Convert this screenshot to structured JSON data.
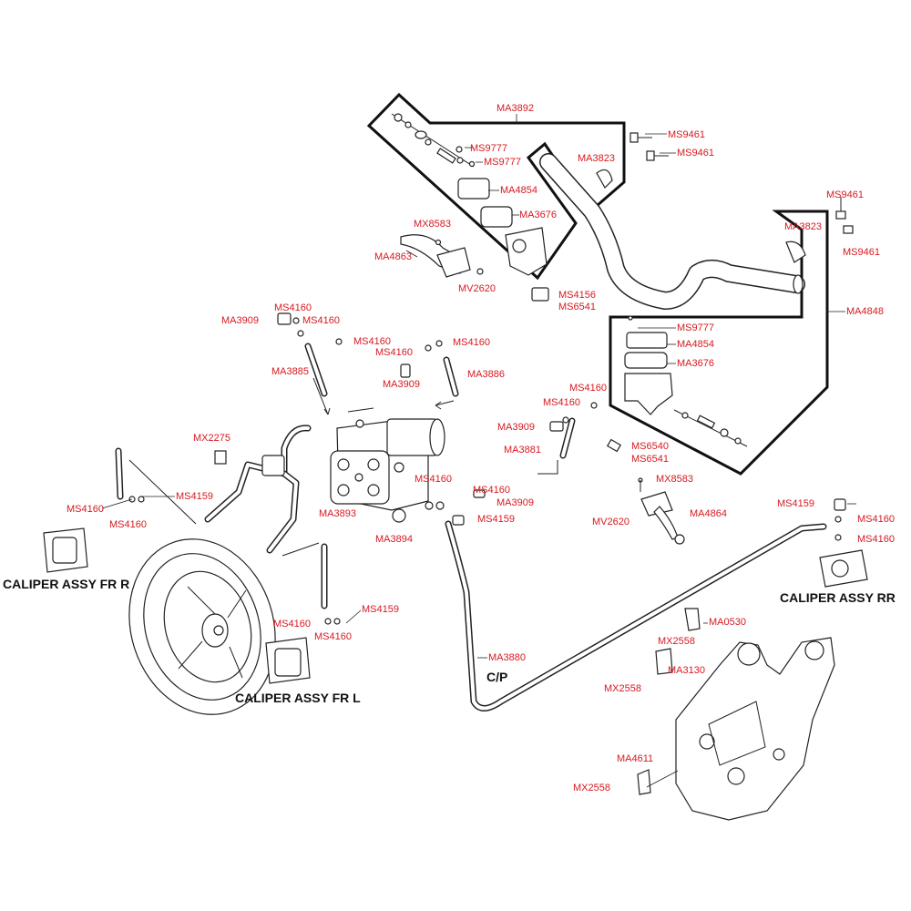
{
  "labels": {
    "ma3892": "MA3892",
    "ms9777_a": "MS9777",
    "ms9777_b": "MS9777",
    "ma3823_a": "MA3823",
    "ms9461_a": "MS9461",
    "ms9461_b": "MS9461",
    "ma4854_a": "MA4854",
    "ma3676_a": "MA3676",
    "mx8583_a": "MX8583",
    "ma4863": "MA4863",
    "mv2620_a": "MV2620",
    "ms4156": "MS4156",
    "ms6541_a": "MS6541",
    "ms9461_c": "MS9461",
    "ma3823_b": "MA3823",
    "ms9461_d": "MS9461",
    "ma4848": "MA4848",
    "ms9777_c": "MS9777",
    "ma4854_b": "MA4854",
    "ma3676_b": "MA3676",
    "ms4160_a": "MS4160",
    "ma3909_a": "MA3909",
    "ms4160_b": "MS4160",
    "ms4160_c": "MS4160",
    "ms4160_d": "MS4160",
    "ms4160_e": "MS4160",
    "ma3885": "MA3885",
    "ma3909_b": "MA3909",
    "ma3886": "MA3886",
    "ms4160_f": "MS4160",
    "ms4160_g": "MS4160",
    "ma3909_c": "MA3909",
    "ma3881": "MA3881",
    "ms6540": "MS6540",
    "ms6541_b": "MS6541",
    "mx8583_b": "MX8583",
    "ma4864": "MA4864",
    "mv2620_b": "MV2620",
    "mx2275": "MX2275",
    "ms4159_a": "MS4159",
    "ms4160_h": "MS4160",
    "ms4160_i": "MS4160",
    "ma3893": "MA3893",
    "ms4160_j": "MS4160",
    "ms4160_k": "MS4160",
    "ma3909_d": "MA3909",
    "ms4159_b": "MS4159",
    "ma3894": "MA3894",
    "ms4159_c": "MS4159",
    "ms4160_l": "MS4160",
    "ms4160_m": "MS4160",
    "ms4159_d": "MS4159",
    "ms4160_n": "MS4160",
    "ms4160_o": "MS4160",
    "ma3880": "MA3880",
    "ma0530": "MA0530",
    "mx2558_a": "MX2558",
    "ma3130": "MA3130",
    "mx2558_b": "MX2558",
    "ma4611": "MA4611",
    "mx2558_c": "MX2558"
  },
  "captions": {
    "caliper_fr_r": "CALIPER ASSY FR R",
    "caliper_fr_l": "CALIPER ASSY FR L",
    "caliper_rr": "CALIPER ASSY RR",
    "cp": "C/P"
  },
  "colors": {
    "label": "#d71920",
    "line": "#222222",
    "caption": "#111111"
  }
}
